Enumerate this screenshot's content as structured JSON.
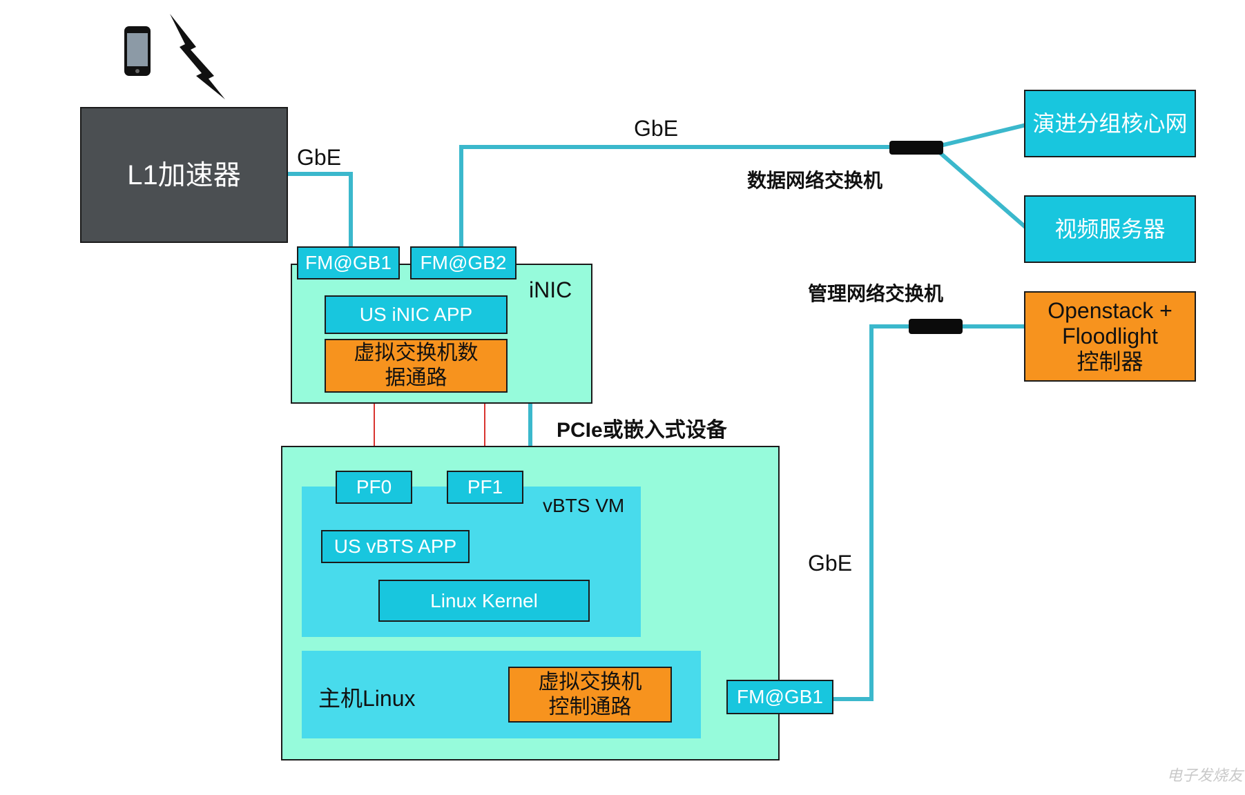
{
  "accelerator": {
    "label": "L1加速器"
  },
  "links": {
    "gbe_accel": "GbE",
    "gbe_data": "GbE",
    "gbe_mgmt": "GbE"
  },
  "switches": {
    "data_switch": "数据网络交换机",
    "mgmt_switch": "管理网络交换机"
  },
  "inic": {
    "title": "iNIC",
    "port1": "FM@GB1",
    "port2": "FM@GB2",
    "app": "US iNIC APP",
    "datapath_line1": "虚拟交换机数",
    "datapath_line2": "据通路"
  },
  "pcie_label": "PCIe或嵌入式设备",
  "host": {
    "vm_title": "vBTS VM",
    "pf0": "PF0",
    "pf1": "PF1",
    "vbts_app": "US vBTS APP",
    "kernel": "Linux Kernel",
    "host_linux": "主机Linux",
    "ctrl_line1": "虚拟交换机",
    "ctrl_line2": "控制通路",
    "port": "FM@GB1"
  },
  "right": {
    "core": "演进分组核心网",
    "video": "视频服务器",
    "openstack_line1": "Openstack +",
    "openstack_line2": "Floodlight",
    "openstack_line3": "控制器"
  },
  "watermark": "电子发烧友",
  "colors": {
    "cyan": "#18c6de",
    "orange": "#f7931e",
    "mint": "#96fbdb",
    "inner_blue": "#48dbec",
    "dark_box": "#4b4f52",
    "cable": "#3bb8cc",
    "red_line": "#d8332f"
  }
}
